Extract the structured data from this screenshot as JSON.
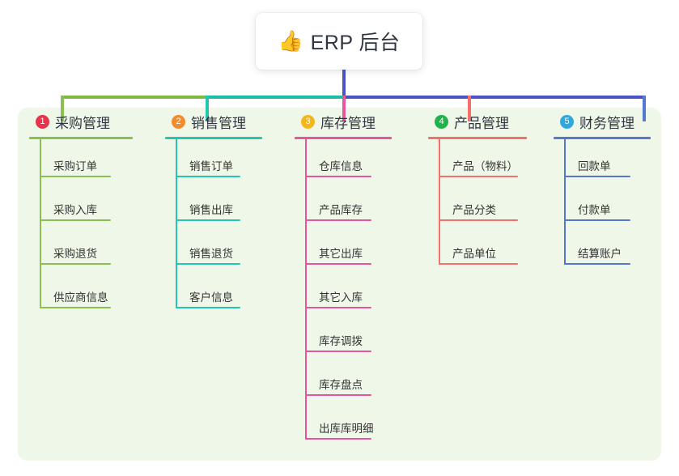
{
  "root": {
    "icon": "thumbs-up-icon",
    "emoji": "👍",
    "title": "ERP 后台"
  },
  "panel": {
    "background_color": "#eef7e8"
  },
  "trunk": {
    "color": "#4a54c4"
  },
  "connector_bar": {
    "segments": [
      {
        "color": "#7fb93f"
      },
      {
        "color": "#19bfa0"
      },
      {
        "color": "#4a54c4"
      }
    ]
  },
  "columns": [
    {
      "index": "1",
      "title": "采购管理",
      "badge_color": "#e8334a",
      "line_color": "#8bbf52",
      "rule_width": 128,
      "item_rule_width": 88,
      "items": [
        {
          "label": "采购订单"
        },
        {
          "label": "采购入库"
        },
        {
          "label": "采购退货"
        },
        {
          "label": "供应商信息"
        }
      ]
    },
    {
      "index": "2",
      "title": "销售管理",
      "badge_color": "#f58a2b",
      "line_color": "#23c6b2",
      "rule_width": 120,
      "item_rule_width": 80,
      "items": [
        {
          "label": "销售订单"
        },
        {
          "label": "销售出库"
        },
        {
          "label": "销售退货"
        },
        {
          "label": "客户信息"
        }
      ]
    },
    {
      "index": "3",
      "title": "库存管理",
      "badge_color": "#f5b718",
      "line_color": "#e8559f",
      "rule_width": 120,
      "item_rule_width": 82,
      "items": [
        {
          "label": "仓库信息"
        },
        {
          "label": "产品库存"
        },
        {
          "label": "其它出库"
        },
        {
          "label": "其它入库"
        },
        {
          "label": "库存调拨"
        },
        {
          "label": "库存盘点"
        },
        {
          "label": "出库库明细"
        }
      ]
    },
    {
      "index": "4",
      "title": "产品管理",
      "badge_color": "#21b24b",
      "line_color": "#f4706b",
      "rule_width": 122,
      "item_rule_width": 98,
      "items": [
        {
          "label": "产品（物料）"
        },
        {
          "label": "产品分类"
        },
        {
          "label": "产品单位"
        }
      ]
    },
    {
      "index": "5",
      "title": "财务管理",
      "badge_color": "#2fa8e0",
      "line_color": "#5577cf",
      "rule_width": 120,
      "item_rule_width": 82,
      "items": [
        {
          "label": "回款单"
        },
        {
          "label": "付款单"
        },
        {
          "label": "结算账户"
        }
      ]
    }
  ]
}
